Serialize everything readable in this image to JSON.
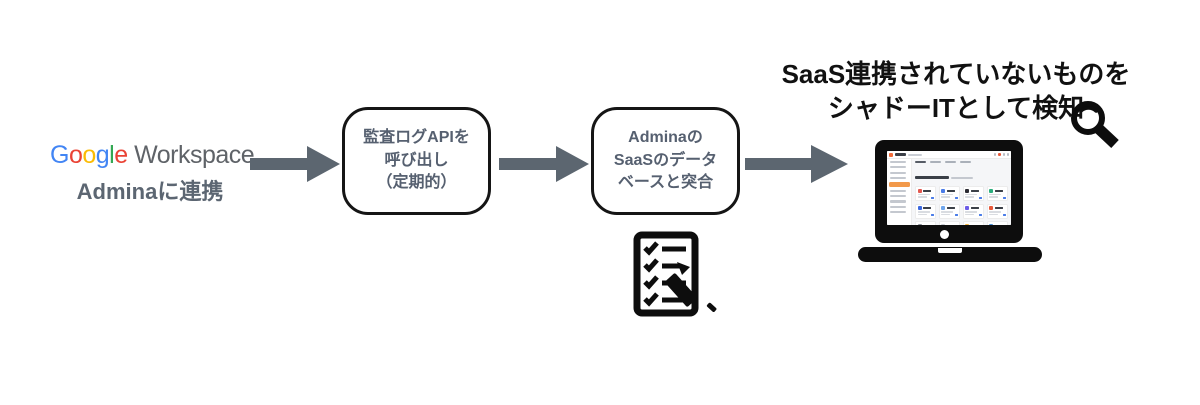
{
  "diagram": {
    "source": {
      "logo": {
        "letters": [
          {
            "char": "G",
            "color": "#4285F4"
          },
          {
            "char": "o",
            "color": "#EA4335"
          },
          {
            "char": "o",
            "color": "#FBBC05"
          },
          {
            "char": "g",
            "color": "#4285F4"
          },
          {
            "char": "l",
            "color": "#34A853"
          },
          {
            "char": "e",
            "color": "#EA4335"
          }
        ],
        "suffix": " Workspace",
        "suffix_color": "#5F6368"
      },
      "caption": "Adminaに連携"
    },
    "steps": [
      {
        "lines": [
          "監査ログAPIを",
          "呼び出し",
          "（定期的）"
        ]
      },
      {
        "lines": [
          "Adminaの",
          "SaaSのデータ",
          "ベースと突合"
        ]
      }
    ],
    "result": {
      "heading_line1": "SaaS連携されていないものを",
      "heading_line2": "シャドーITとして検知"
    },
    "icons": [
      "flow-arrow-icon",
      "checklist-pen-icon",
      "magnifier-icon",
      "laptop-icon"
    ],
    "arrow_color": "#5C6670",
    "step_text_color": "#566070",
    "caption_color": "#5C6672",
    "heading_color": "#111111"
  },
  "laptop_screen": {
    "topbar_logo_color": "#F26B3A",
    "sidebar_active_color": "#F2994A",
    "content_bg": "#F5F6F8",
    "link_color": "#4A7CE8",
    "sidebar_item_count": 10,
    "cards": [
      {
        "icon_color": "#E25950"
      },
      {
        "icon_color": "#4A7CE8"
      },
      {
        "icon_color": "#2B2B33"
      },
      {
        "icon_color": "#2BAE7E"
      },
      {
        "icon_color": "#3A68E0"
      },
      {
        "icon_color": "#6FA6EC"
      },
      {
        "icon_color": "#6C5CE7"
      },
      {
        "icon_color": "#E8593A"
      },
      {
        "icon_color": "#8A8F98"
      },
      {
        "icon_color": "#C9CDD4"
      },
      {
        "icon_color": "#F2B544"
      },
      {
        "icon_color": "#4A90D9"
      }
    ]
  }
}
